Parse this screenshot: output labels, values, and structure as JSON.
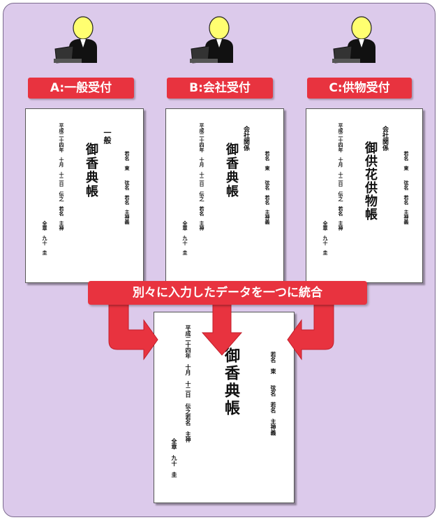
{
  "labels": {
    "a": "A:一般受付",
    "b": "B:会社受付",
    "c": "C:供物受付"
  },
  "banner": "別々に入力したデータを一つに統合",
  "doc_a": {
    "date": "平成二十四年　十月　十二日　伝之　若名　主神",
    "top": "一般",
    "title": "御香典帳",
    "names_right": "若名　東　　弦名　若名　主神義",
    "bottom": "全章　九十　圭"
  },
  "doc_b": {
    "date": "平成二十四年　十月　十二日　伝之　若名　主神",
    "top": "会社関係",
    "title": "御香典帳",
    "names_right": "若名　東　　弦名　若名　主神義",
    "bottom": "全章　九十　圭"
  },
  "doc_c": {
    "date": "平成二十四年　十月　十二日　伝之　若名　主神",
    "top": "会社関係",
    "title": "御供花供物帳",
    "names_right": "若名　東　　弦名　若名　主神義",
    "bottom": "全章　九十　圭"
  },
  "doc_main": {
    "date": "平成二十四年　十月　十二日　伝之若名　主神",
    "title": "御香典帳",
    "names_right": "若名　東　　弦名　若名　主神義",
    "bottom": "全章　九十　圭"
  },
  "colors": {
    "panel": "#dccaeb",
    "accent": "#e8333f",
    "arrow": "#e8333f"
  }
}
